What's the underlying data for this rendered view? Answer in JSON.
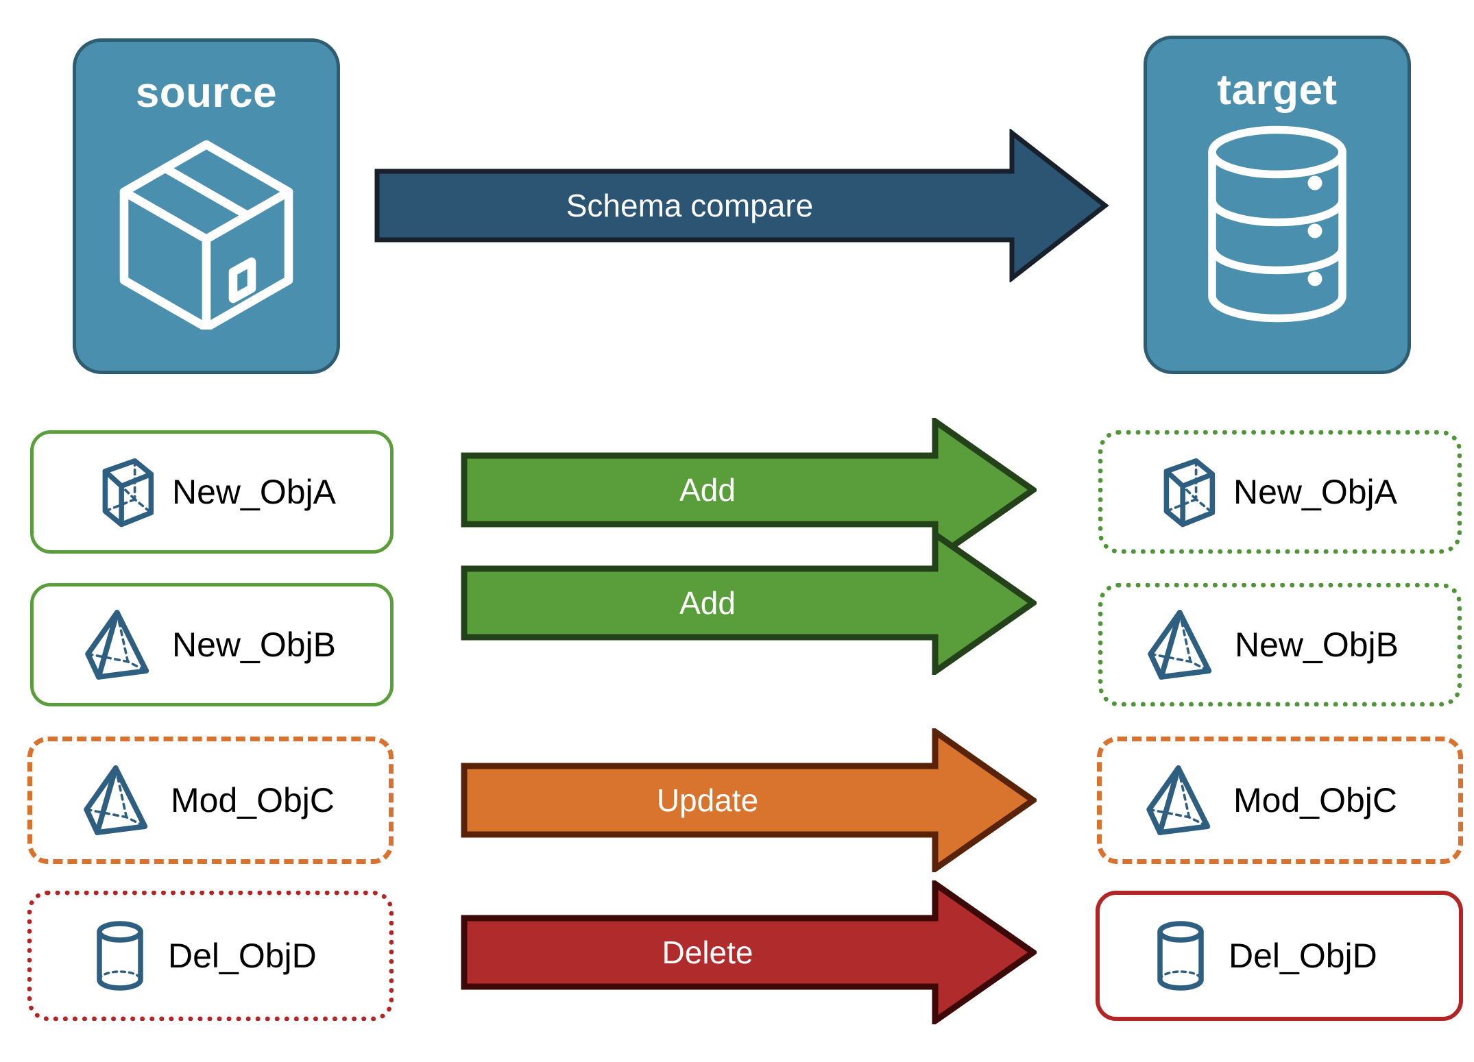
{
  "endpoints": {
    "source": {
      "label": "source",
      "icon": "package-box-icon"
    },
    "target": {
      "label": "target",
      "icon": "database-cylinder-icon"
    }
  },
  "compare_arrow": {
    "label": "Schema compare",
    "fill": "#2B5573",
    "stroke": "#17202B"
  },
  "colors": {
    "panel_fill": "#4A8FAE",
    "panel_border": "#2E5C70",
    "object_icon": "#2E5F80",
    "green": "#5A9E3B",
    "green_dark": "#23421A",
    "orange": "#D9742F",
    "orange_dark": "#59230A",
    "red": "#B02B2B",
    "red_dark": "#3D0808",
    "text": "#000000"
  },
  "rows": [
    {
      "action": "Add",
      "arrow_fill": "#5A9E3B",
      "arrow_stroke": "#23421A",
      "source": {
        "label": "New_ObjA",
        "icon": "wireframe-cube-icon",
        "border_style": "solid",
        "border_color": "#5A9E3B"
      },
      "target": {
        "label": "New_ObjA",
        "icon": "wireframe-cube-icon",
        "border_style": "dotted",
        "border_color": "#4F9437"
      }
    },
    {
      "action": "Add",
      "arrow_fill": "#5A9E3B",
      "arrow_stroke": "#23421A",
      "source": {
        "label": "New_ObjB",
        "icon": "wireframe-pyramid-icon",
        "border_style": "solid",
        "border_color": "#5A9E3B"
      },
      "target": {
        "label": "New_ObjB",
        "icon": "wireframe-pyramid-icon",
        "border_style": "dotted",
        "border_color": "#4F9437"
      }
    },
    {
      "action": "Update",
      "arrow_fill": "#D9742F",
      "arrow_stroke": "#59230A",
      "source": {
        "label": "Mod_ObjC",
        "icon": "wireframe-pyramid-icon",
        "border_style": "dashed",
        "border_color": "#D9722E"
      },
      "target": {
        "label": "Mod_ObjC",
        "icon": "wireframe-pyramid-icon",
        "border_style": "dashed",
        "border_color": "#D9722E"
      }
    },
    {
      "action": "Delete",
      "arrow_fill": "#B02B2B",
      "arrow_stroke": "#3D0808",
      "source": {
        "label": "Del_ObjD",
        "icon": "wireframe-cylinder-icon",
        "border_style": "dotted",
        "border_color": "#B32424"
      },
      "target": {
        "label": "Del_ObjD",
        "icon": "wireframe-cylinder-icon",
        "border_style": "solid",
        "border_color": "#B32424"
      }
    }
  ]
}
